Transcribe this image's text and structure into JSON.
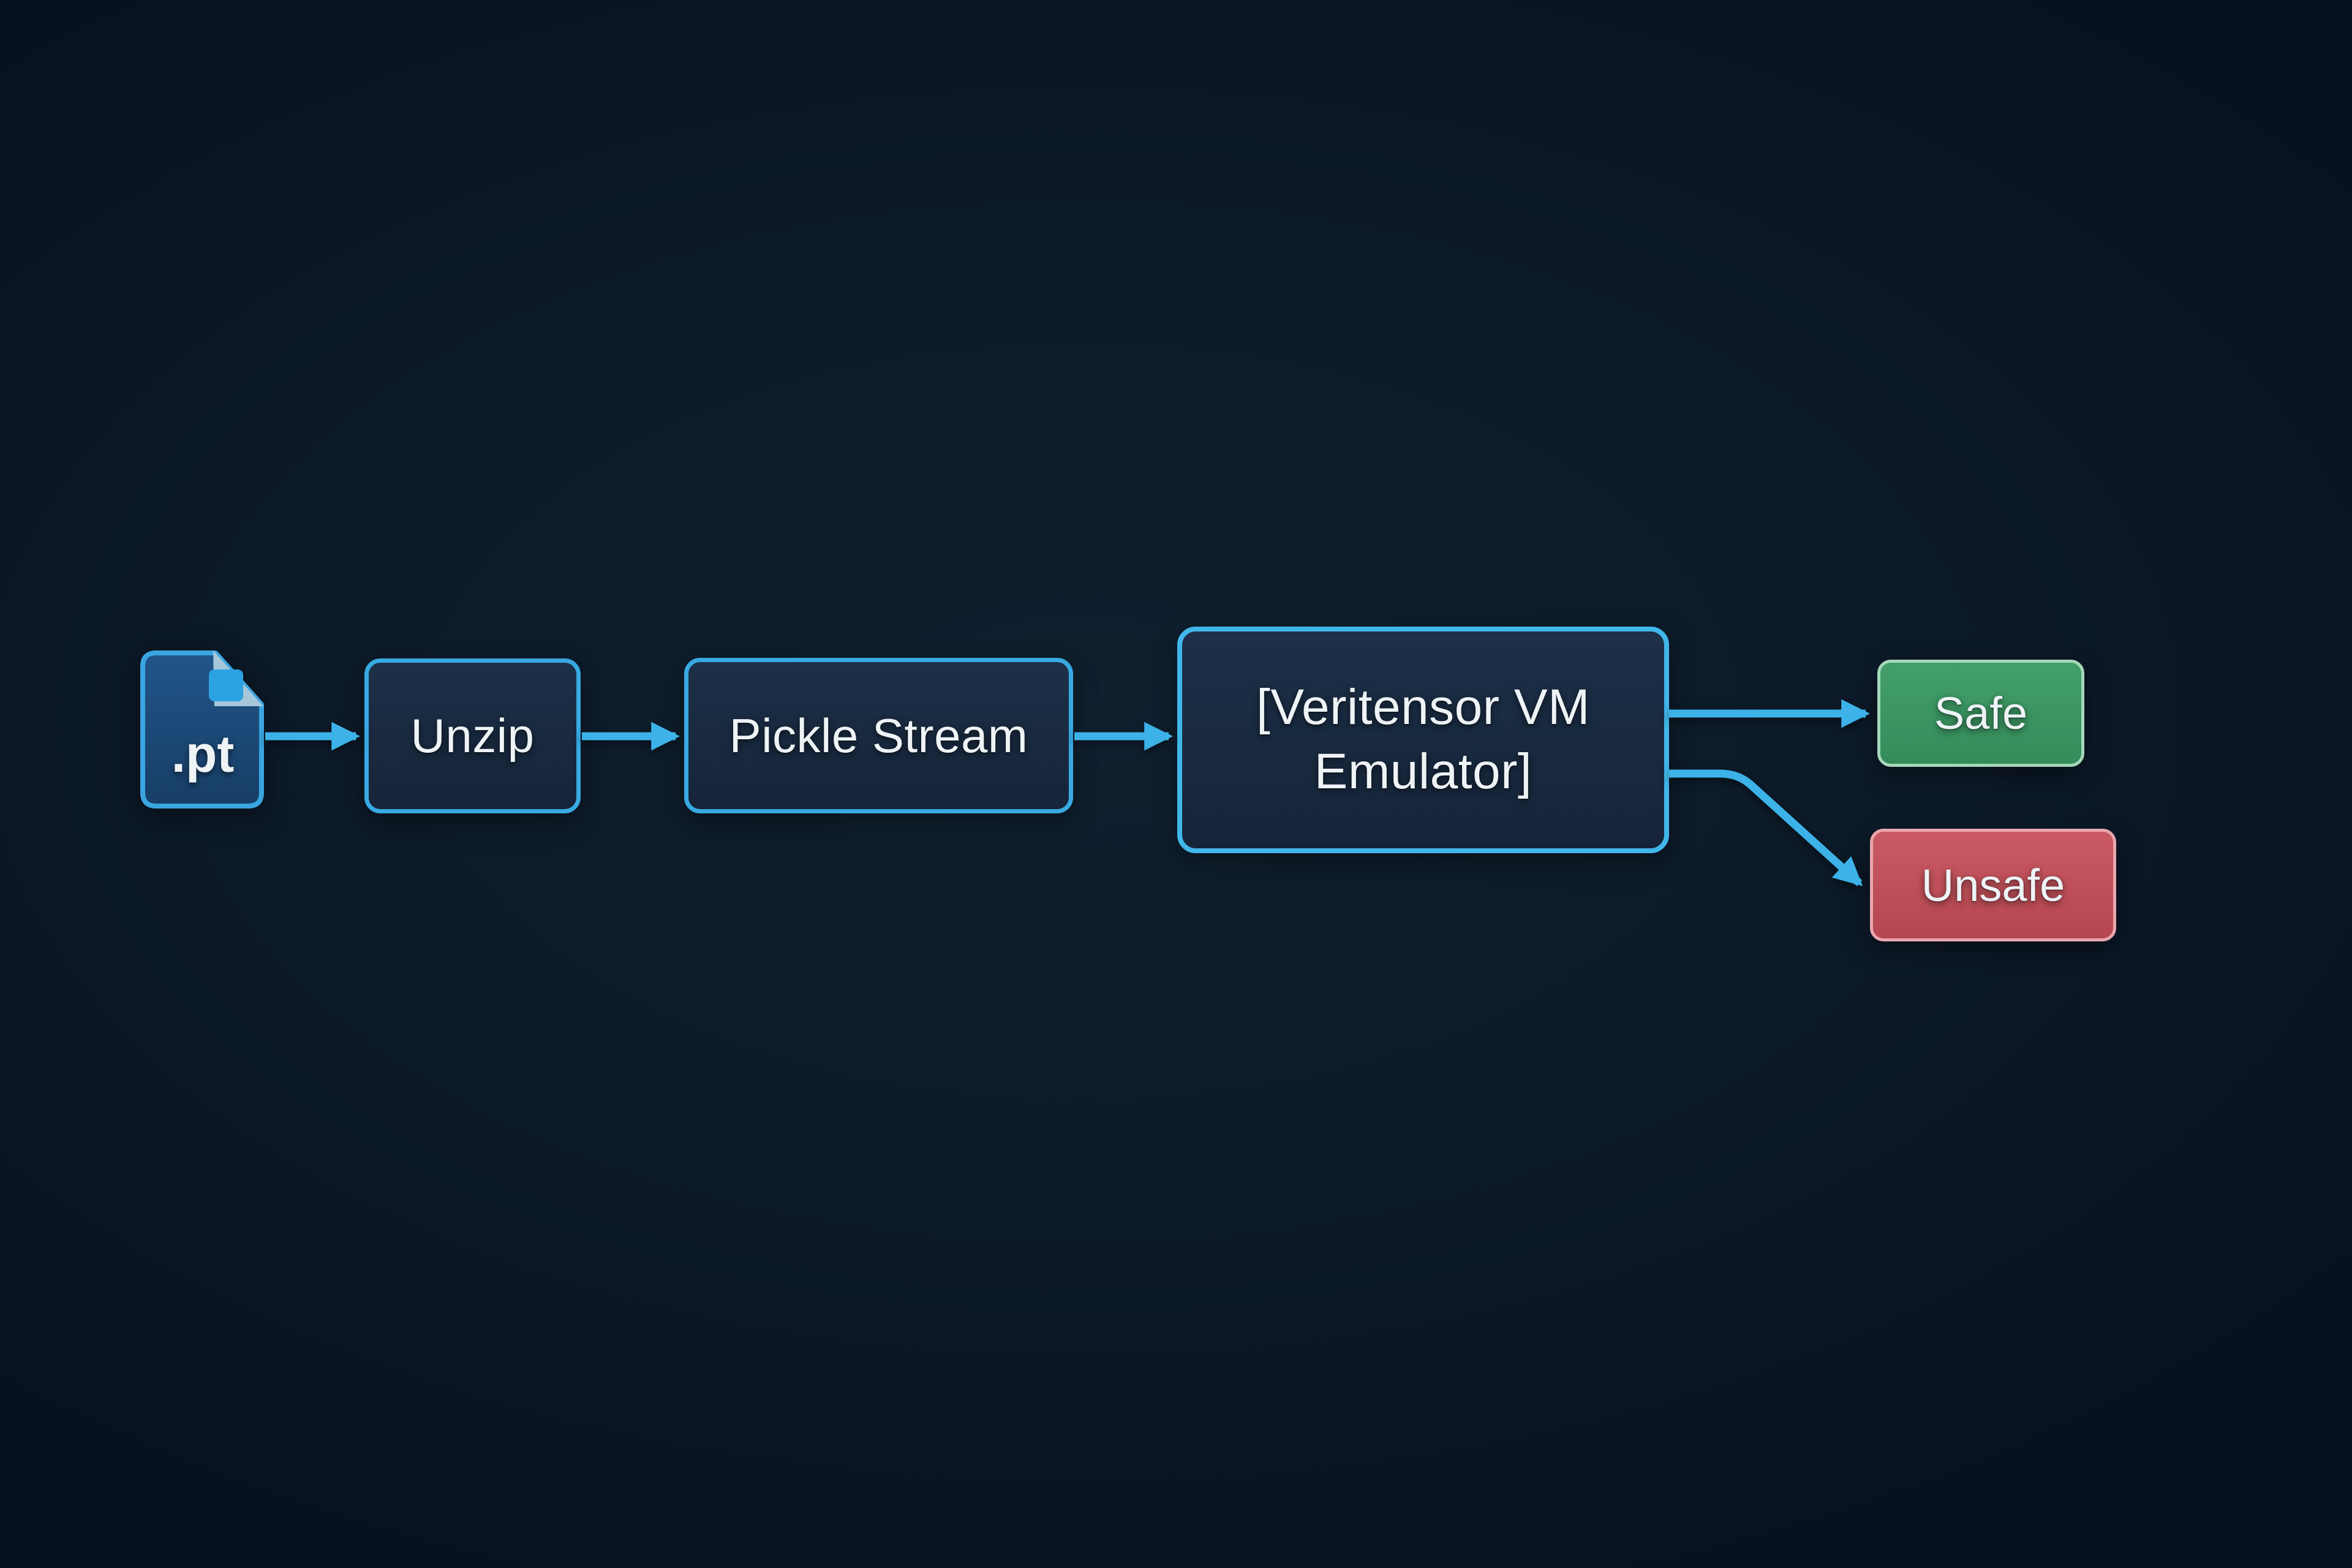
{
  "diagram": {
    "description_visible_text_only": "",
    "nodes": {
      "file": {
        "label": ".pt"
      },
      "unzip": {
        "label": "Unzip"
      },
      "pickle": {
        "label": "Pickle Stream"
      },
      "vm": {
        "line1": "[Veritensor VM",
        "line2": "Emulator]"
      },
      "safe": {
        "label": "Safe"
      },
      "unsafe": {
        "label": "Unsafe"
      }
    },
    "edges": [
      {
        "from": "file",
        "to": "unzip"
      },
      {
        "from": "unzip",
        "to": "pickle"
      },
      {
        "from": "pickle",
        "to": "vm"
      },
      {
        "from": "vm",
        "to": "safe"
      },
      {
        "from": "vm",
        "to": "unsafe"
      }
    ]
  },
  "colors": {
    "background": "#0c1928",
    "accent_arrow": "#3cb2e8",
    "node_border": "#38a9e2",
    "vm_border": "#41b6ea",
    "node_fill": "#19293f",
    "file_fill": "#1c4a7c",
    "file_border": "#3aa5e0",
    "file_fold_front": "#2ba2e2",
    "file_fold_back": "#a6c6da",
    "safe_fill": "#3a9763",
    "safe_border": "#a5d8ba",
    "unsafe_fill": "#c24f59",
    "unsafe_border": "#e9a6ad",
    "text": "#eef3f6"
  }
}
